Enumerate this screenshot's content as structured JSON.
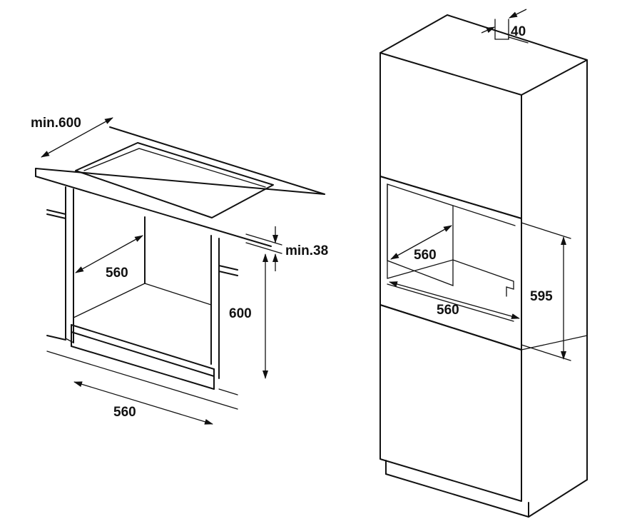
{
  "under_counter": {
    "cutout_depth": "min.600",
    "worktop_clearance": "min.38",
    "niche_depth": "560",
    "niche_height": "600",
    "niche_width": "560"
  },
  "tall_cabinet": {
    "vent_gap": "40",
    "niche_depth": "560",
    "niche_width": "560",
    "niche_height": "595"
  }
}
